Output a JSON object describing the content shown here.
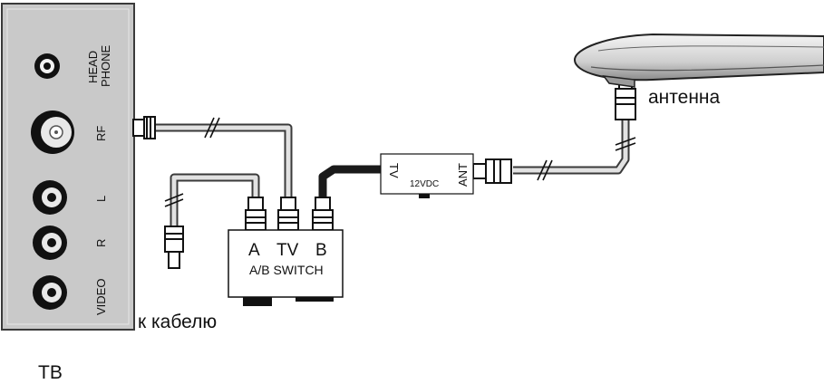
{
  "tv_panel": {
    "label": "ТВ",
    "jacks": [
      {
        "id": "headphone",
        "label_line1": "HEAD",
        "label_line2": "PHONE"
      },
      {
        "id": "rf",
        "label": "RF"
      },
      {
        "id": "l",
        "label": "L"
      },
      {
        "id": "r",
        "label": "R"
      },
      {
        "id": "video",
        "label": "VIDEO"
      }
    ]
  },
  "switch_box": {
    "port_a": "A",
    "port_tv": "TV",
    "port_b": "B",
    "title": "A/B SWITCH"
  },
  "power_injector": {
    "port_tv": "TV",
    "port_ant": "ANT",
    "power": "12VDC"
  },
  "labels": {
    "antenna": "антенна",
    "to_cable": "к кабелю"
  },
  "colors": {
    "panel_fill": "#c9c9c9",
    "panel_stroke": "#3a3a3a",
    "cable_light": "#d6d6d6",
    "cable_dark": "#1a1a1a",
    "antenna_fill": "#e2e2e2"
  }
}
